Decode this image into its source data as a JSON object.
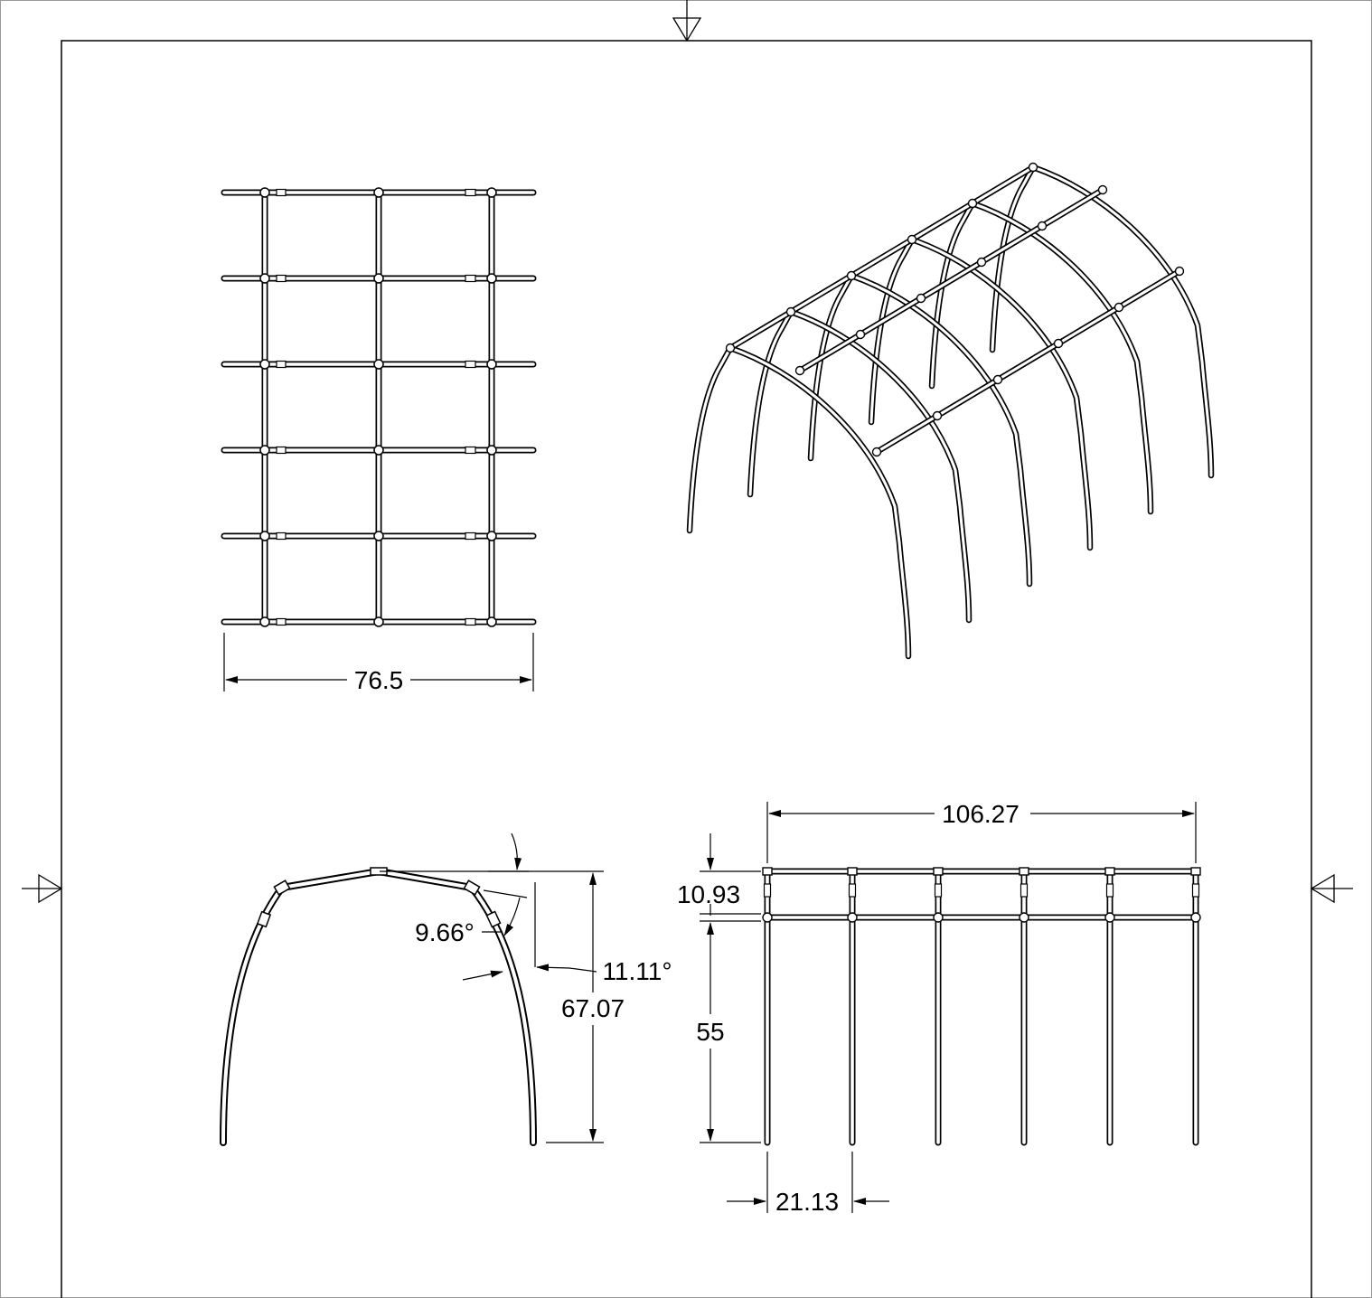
{
  "drawing": {
    "top_view": {
      "width_label": "76.5"
    },
    "front_view": {
      "height_label": "67.07",
      "angle_upper_label": "9.66°",
      "angle_lower_label": "11.11°"
    },
    "side_view": {
      "length_label": "106.27",
      "top_band_label": "10.93",
      "leg_height_label": "55",
      "rib_spacing_label": "21.13"
    }
  },
  "colors": {
    "line": "#000000",
    "pipe_fill": "#ffffff",
    "background": "#ffffff"
  }
}
